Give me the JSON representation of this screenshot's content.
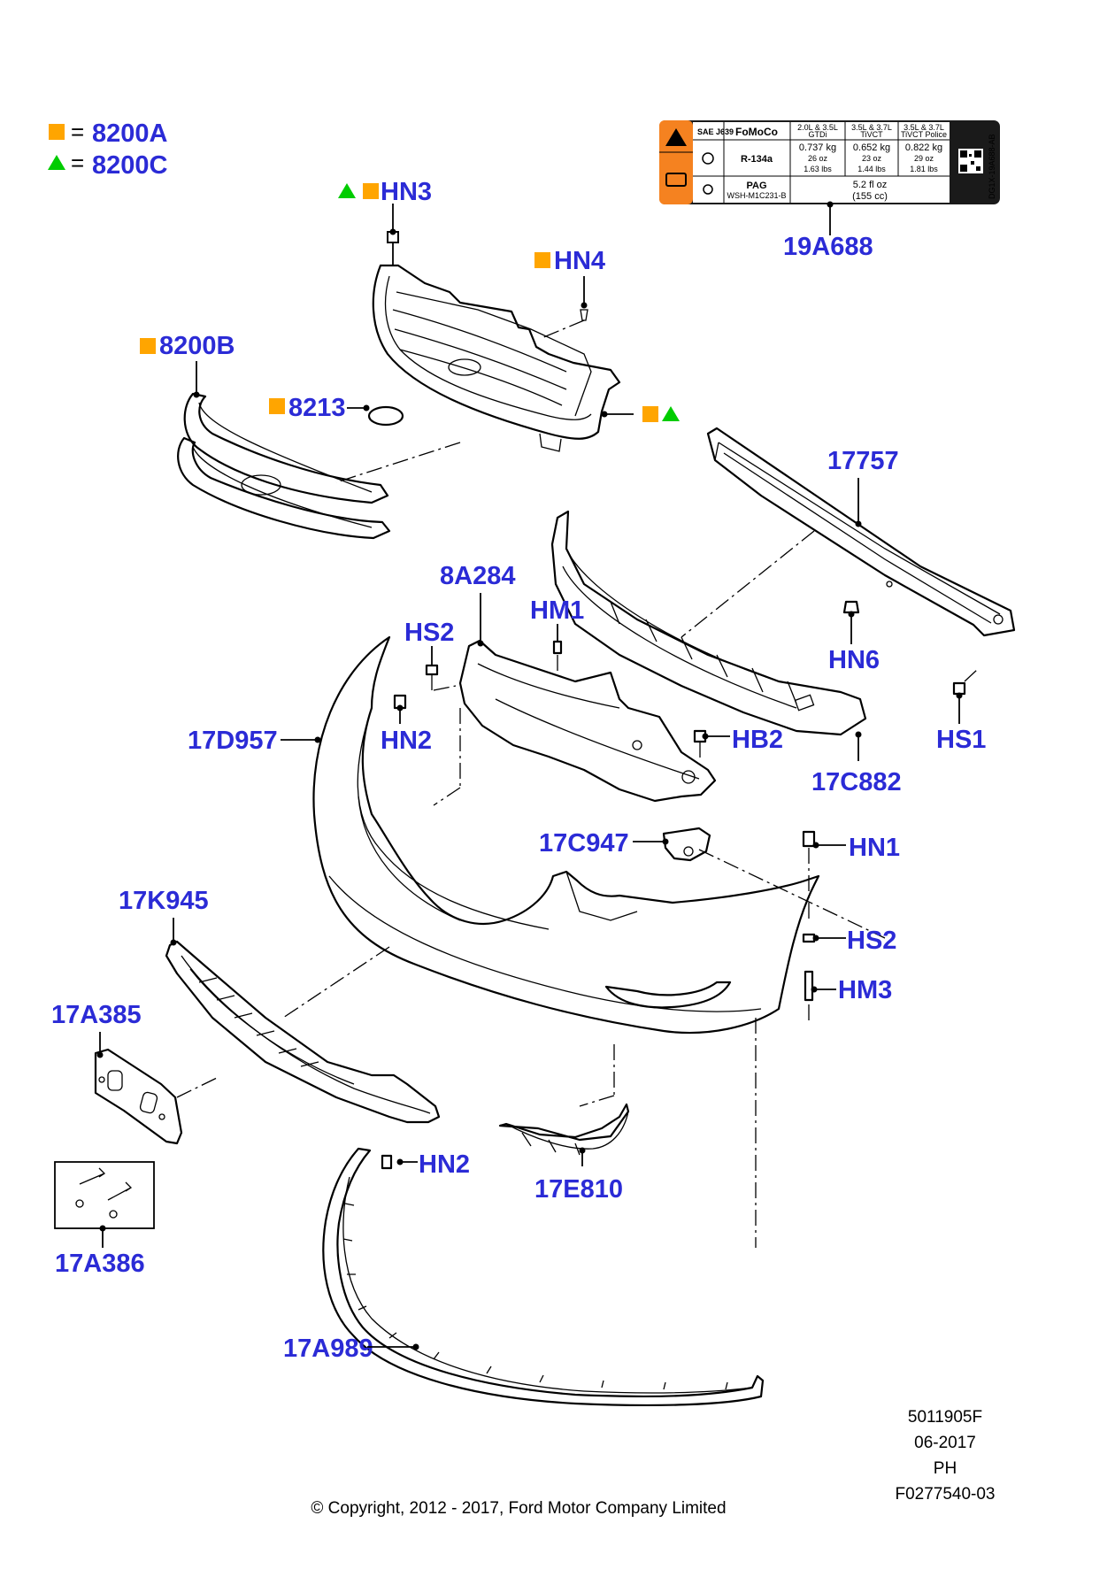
{
  "legend": {
    "square_code": "8200A",
    "triangle_code": "8200C",
    "equals": "="
  },
  "colors": {
    "label": "#2b2bd6",
    "square": "#ffa500",
    "triangle": "#00cc00",
    "warning": "#f58220"
  },
  "labels": {
    "hn3": "HN3",
    "hn4": "HN4",
    "p8200b": "8200B",
    "p8213": "8213",
    "p19a688": "19A688",
    "p17757": "17757",
    "p8a284": "8A284",
    "hm1": "HM1",
    "hs2_top": "HS2",
    "hn6": "HN6",
    "p17d957": "17D957",
    "hn2_top": "HN2",
    "hb2": "HB2",
    "hs1": "HS1",
    "p17c882": "17C882",
    "p17c947": "17C947",
    "hn1": "HN1",
    "hs2_right": "HS2",
    "hm3": "HM3",
    "p17k945": "17K945",
    "p17a385": "17A385",
    "hn2_bottom": "HN2",
    "p17e810": "17E810",
    "p17a386": "17A386",
    "p17a989": "17A989"
  },
  "refrigerant_label": {
    "standard": "SAE J639",
    "brand": "FoMoCo",
    "col1_head_1": "2.0L & 3.5L",
    "col1_head_2": "GTDi",
    "col2_head_1": "3.5L & 3.7L",
    "col2_head_2": "TiVCT",
    "col3_head_1": "3.5L & 3.7L",
    "col3_head_2": "TiVCT Police",
    "refrigerant": "R-134a",
    "col1_values": [
      "0.737 kg",
      "26 oz",
      "1.63 lbs"
    ],
    "col2_values": [
      "0.652 kg",
      "23 oz",
      "1.44 lbs"
    ],
    "col3_values": [
      "0.822 kg",
      "29 oz",
      "1.81 lbs"
    ],
    "oil": "PAG",
    "oil_spec": "WSH-M1C231-B",
    "oil_amount_1": "5.2 fl oz",
    "oil_amount_2": "(155 cc)",
    "side_code": "DG1X-19A688-AB"
  },
  "meta": {
    "number": "5011905F",
    "date": "06-2017",
    "initials": "PH",
    "figure": "F0277540-03",
    "copyright": "© Copyright, 2012 - 2017, Ford Motor Company Limited"
  }
}
